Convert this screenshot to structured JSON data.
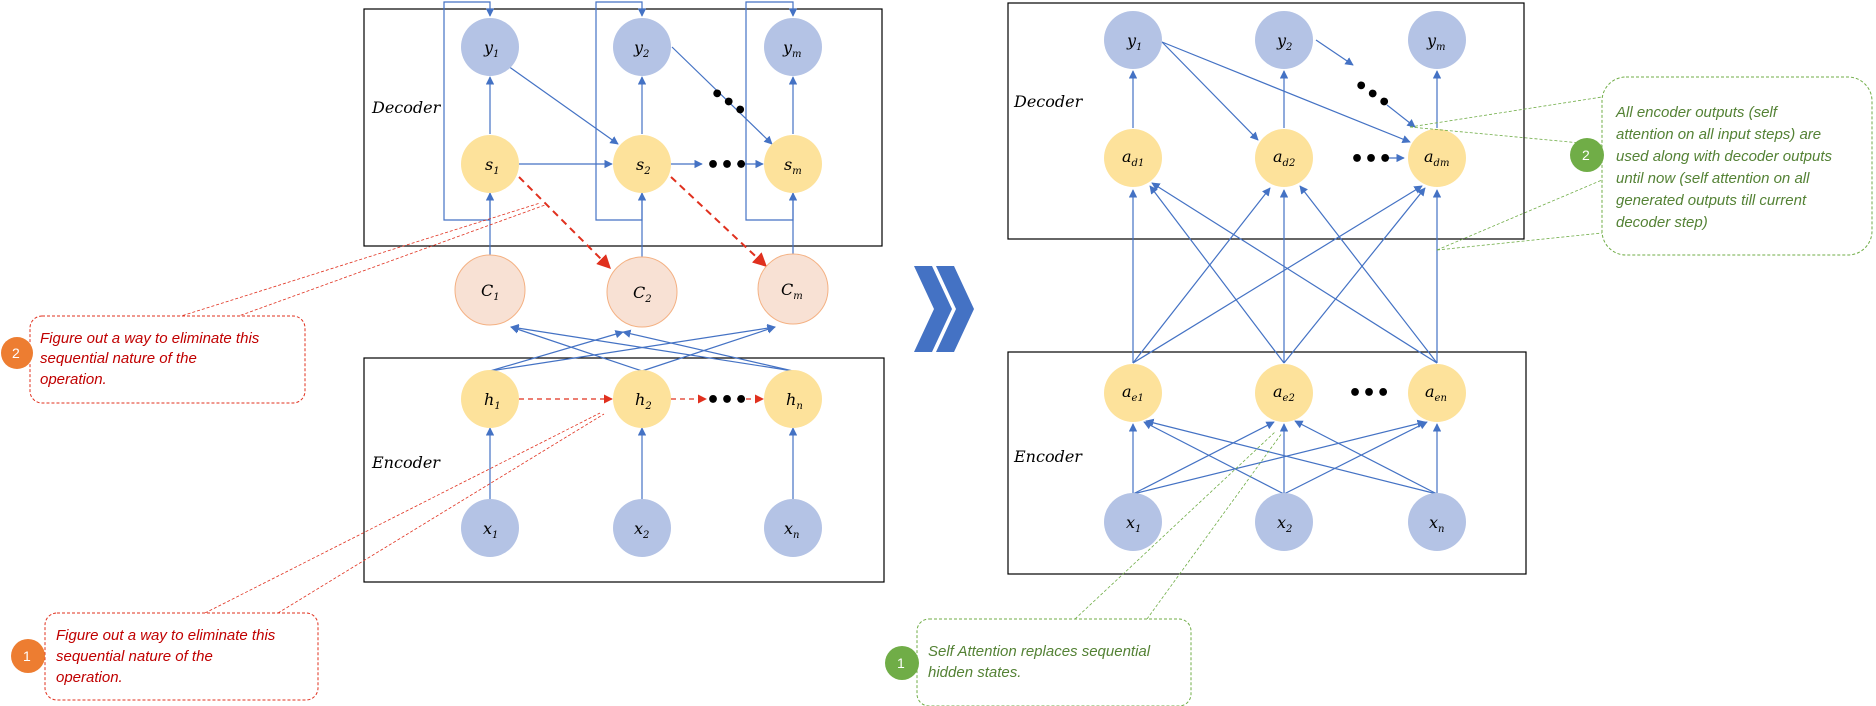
{
  "colors": {
    "blue_node": "#b4c3e5",
    "yellow_node": "#fde29b",
    "peach_node": "#f8e1d4",
    "blue_line": "#4472c4",
    "red": "#e0301e",
    "red_text": "#c00000",
    "orange_badge": "#ed7d31",
    "green": "#70ad47",
    "green_text": "#548235",
    "chevron": "#4472c4"
  },
  "left": {
    "decoder_label": "Decoder",
    "encoder_label": "Encoder",
    "nodes": {
      "y1": {
        "base": "y",
        "sub": "1"
      },
      "y2": {
        "base": "y",
        "sub": "2"
      },
      "ym": {
        "base": "y",
        "sub": "m"
      },
      "s1": {
        "base": "s",
        "sub": "1"
      },
      "s2": {
        "base": "s",
        "sub": "2"
      },
      "sm": {
        "base": "s",
        "sub": "m"
      },
      "c1": {
        "base": "C",
        "sub": "1"
      },
      "c2": {
        "base": "C",
        "sub": "2"
      },
      "cm": {
        "base": "C",
        "sub": "m"
      },
      "h1": {
        "base": "h",
        "sub": "1"
      },
      "h2": {
        "base": "h",
        "sub": "2"
      },
      "hn": {
        "base": "h",
        "sub": "n"
      },
      "x1": {
        "base": "x",
        "sub": "1"
      },
      "x2": {
        "base": "x",
        "sub": "2"
      },
      "xn": {
        "base": "x",
        "sub": "n"
      }
    },
    "dots": "•••"
  },
  "right": {
    "decoder_label": "Decoder",
    "encoder_label": "Encoder",
    "nodes": {
      "y1": {
        "base": "y",
        "sub": "1"
      },
      "y2": {
        "base": "y",
        "sub": "2"
      },
      "ym": {
        "base": "y",
        "sub": "m"
      },
      "ad1": {
        "base": "a",
        "sub": "d1"
      },
      "ad2": {
        "base": "a",
        "sub": "d2"
      },
      "adm": {
        "base": "a",
        "sub": "dm"
      },
      "ae1": {
        "base": "a",
        "sub": "e1"
      },
      "ae2": {
        "base": "a",
        "sub": "e2"
      },
      "aen": {
        "base": "a",
        "sub": "en"
      },
      "x1": {
        "base": "x",
        "sub": "1"
      },
      "x2": {
        "base": "x",
        "sub": "2"
      },
      "xn": {
        "base": "x",
        "sub": "n"
      }
    },
    "dots": "•••"
  },
  "notes": {
    "left_2": {
      "badge": "2",
      "lines": [
        "Figure out a way to eliminate this",
        "sequential nature of the",
        "operation."
      ]
    },
    "left_1": {
      "badge": "1",
      "lines": [
        "Figure out a way to eliminate this",
        "sequential nature of the",
        "operation."
      ]
    },
    "right_1": {
      "badge": "1",
      "lines": [
        "Self Attention replaces sequential",
        "hidden states."
      ]
    },
    "right_2": {
      "badge": "2",
      "lines": [
        "All encoder outputs (self",
        "attention on all input steps) are",
        "used along with decoder outputs",
        "until now (self attention on all",
        "generated outputs till current",
        "decoder step)"
      ]
    }
  }
}
